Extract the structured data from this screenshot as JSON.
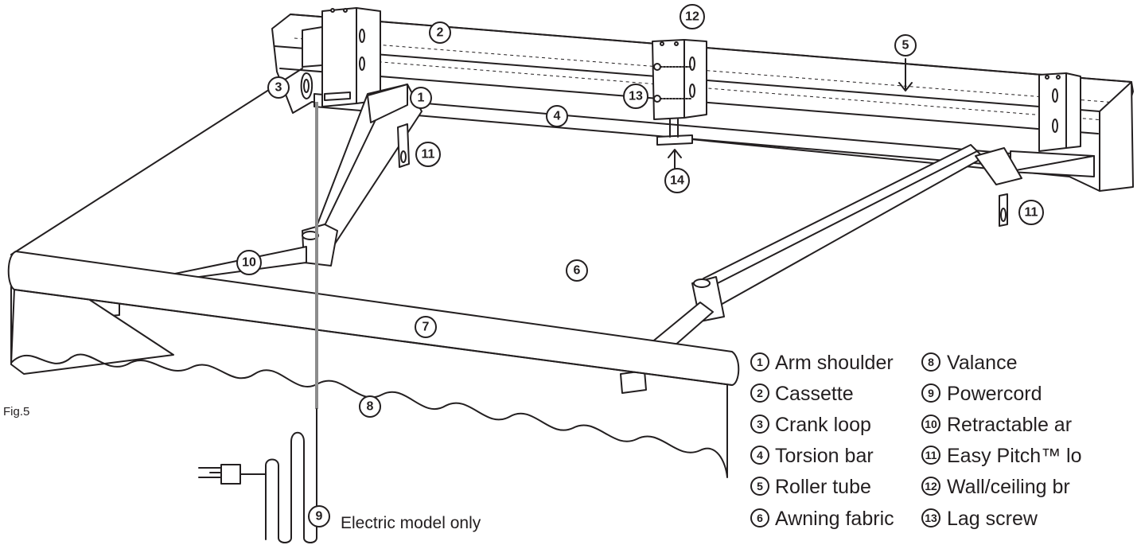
{
  "figure_label": "Fig.5",
  "electric_note": "Electric model only",
  "callouts": [
    "1",
    "2",
    "3",
    "4",
    "5",
    "6",
    "7",
    "8",
    "9",
    "10",
    "11",
    "11",
    "12",
    "13",
    "14"
  ],
  "legend": [
    {
      "num": "1",
      "text": "Arm shoulder"
    },
    {
      "num": "2",
      "text": "Cassette"
    },
    {
      "num": "3",
      "text": "Crank loop"
    },
    {
      "num": "4",
      "text": "Torsion bar"
    },
    {
      "num": "5",
      "text": "Roller tube"
    },
    {
      "num": "6",
      "text": "Awning fabric"
    },
    {
      "num": "8",
      "text": "Valance"
    },
    {
      "num": "9",
      "text": "Powercord"
    },
    {
      "num": "10",
      "text": "Retractable ar"
    },
    {
      "num": "11",
      "text": "Easy Pitch™ lo"
    },
    {
      "num": "12",
      "text": "Wall/ceiling br"
    },
    {
      "num": "13",
      "text": "Lag screw"
    }
  ],
  "colors": {
    "line": "#231f20",
    "cord": "#8c8c8c",
    "background": "#ffffff"
  }
}
